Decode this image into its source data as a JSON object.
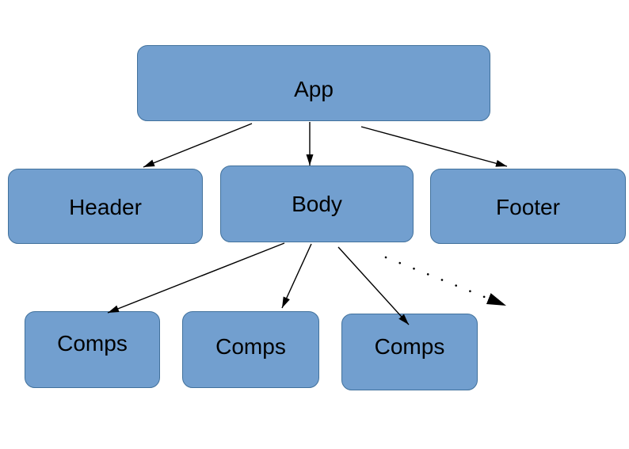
{
  "diagram": {
    "description": "Component tree diagram",
    "nodes": [
      {
        "id": "app",
        "label": "App"
      },
      {
        "id": "header",
        "label": "Header"
      },
      {
        "id": "body",
        "label": "Body"
      },
      {
        "id": "footer",
        "label": "Footer"
      },
      {
        "id": "comps-1",
        "label": "Comps"
      },
      {
        "id": "comps-2",
        "label": "Comps"
      },
      {
        "id": "comps-3",
        "label": "Comps"
      }
    ],
    "edges": [
      {
        "from": "App",
        "to": "Header",
        "style": "solid"
      },
      {
        "from": "App",
        "to": "Body",
        "style": "solid"
      },
      {
        "from": "App",
        "to": "Footer",
        "style": "solid"
      },
      {
        "from": "Body",
        "to": "Comps",
        "style": "solid"
      },
      {
        "from": "Body",
        "to": "Comps",
        "style": "solid"
      },
      {
        "from": "Body",
        "to": "Comps",
        "style": "solid"
      },
      {
        "from": "Body",
        "to": "",
        "style": "dotted"
      }
    ],
    "colors": {
      "background": "#ffffff",
      "node_fill": "#729fcf",
      "node_border": "#41719c",
      "arrow": "#000000",
      "text": "#000000"
    }
  }
}
